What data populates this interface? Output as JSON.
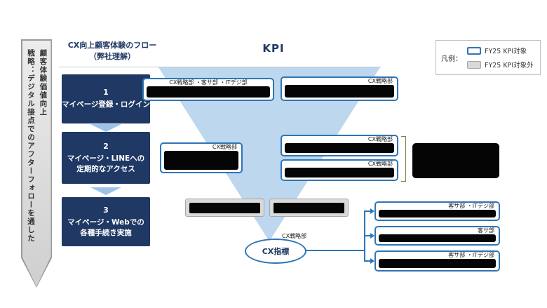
{
  "header": {
    "flow_title_line1": "CX向上顧客体験のフロー",
    "flow_title_line2": "（弊社理解）",
    "kpi_title": "KPI"
  },
  "legend": {
    "label": "凡例：",
    "target_label": "FY25 KPI対象",
    "excluded_label": "FY25 KPI対象外"
  },
  "strategy_arrow": {
    "text": "戦略：デジタル接点でのアフターフォローを通した\n顧客体験価値向上"
  },
  "flow_steps": [
    {
      "number": "1",
      "title": "マイページ登録・ログイン"
    },
    {
      "number": "2",
      "title": "マイページ・LINEへの\n定期的なアクセス"
    },
    {
      "number": "3",
      "title": "マイページ・Webでの\n各種手続き実施"
    }
  ],
  "kpi_items": {
    "row1_left_dept": "CX戦略部 ・客サ部 ・ITデジ部",
    "row1_right_dept": "CX戦略部",
    "row2_left_dept": "CX戦略部",
    "row2_right_top_dept": "CX戦略部",
    "row2_right_bottom_dept": "CX戦略部"
  },
  "cx_indicator": {
    "label": "CX指標",
    "dept": "CX戦略部"
  },
  "outcome_boxes": [
    {
      "dept": "客サ部 ・ITデジ部"
    },
    {
      "dept": "客サ部"
    },
    {
      "dept": "客サ部 ・ITデジ部"
    }
  ],
  "colors": {
    "navy": "#1F3864",
    "accent_blue": "#2E75B6",
    "funnel_blue": "#BCD7EE",
    "gray_fill": "#D9D9D9",
    "bracket_olive": "#7F7F40"
  }
}
